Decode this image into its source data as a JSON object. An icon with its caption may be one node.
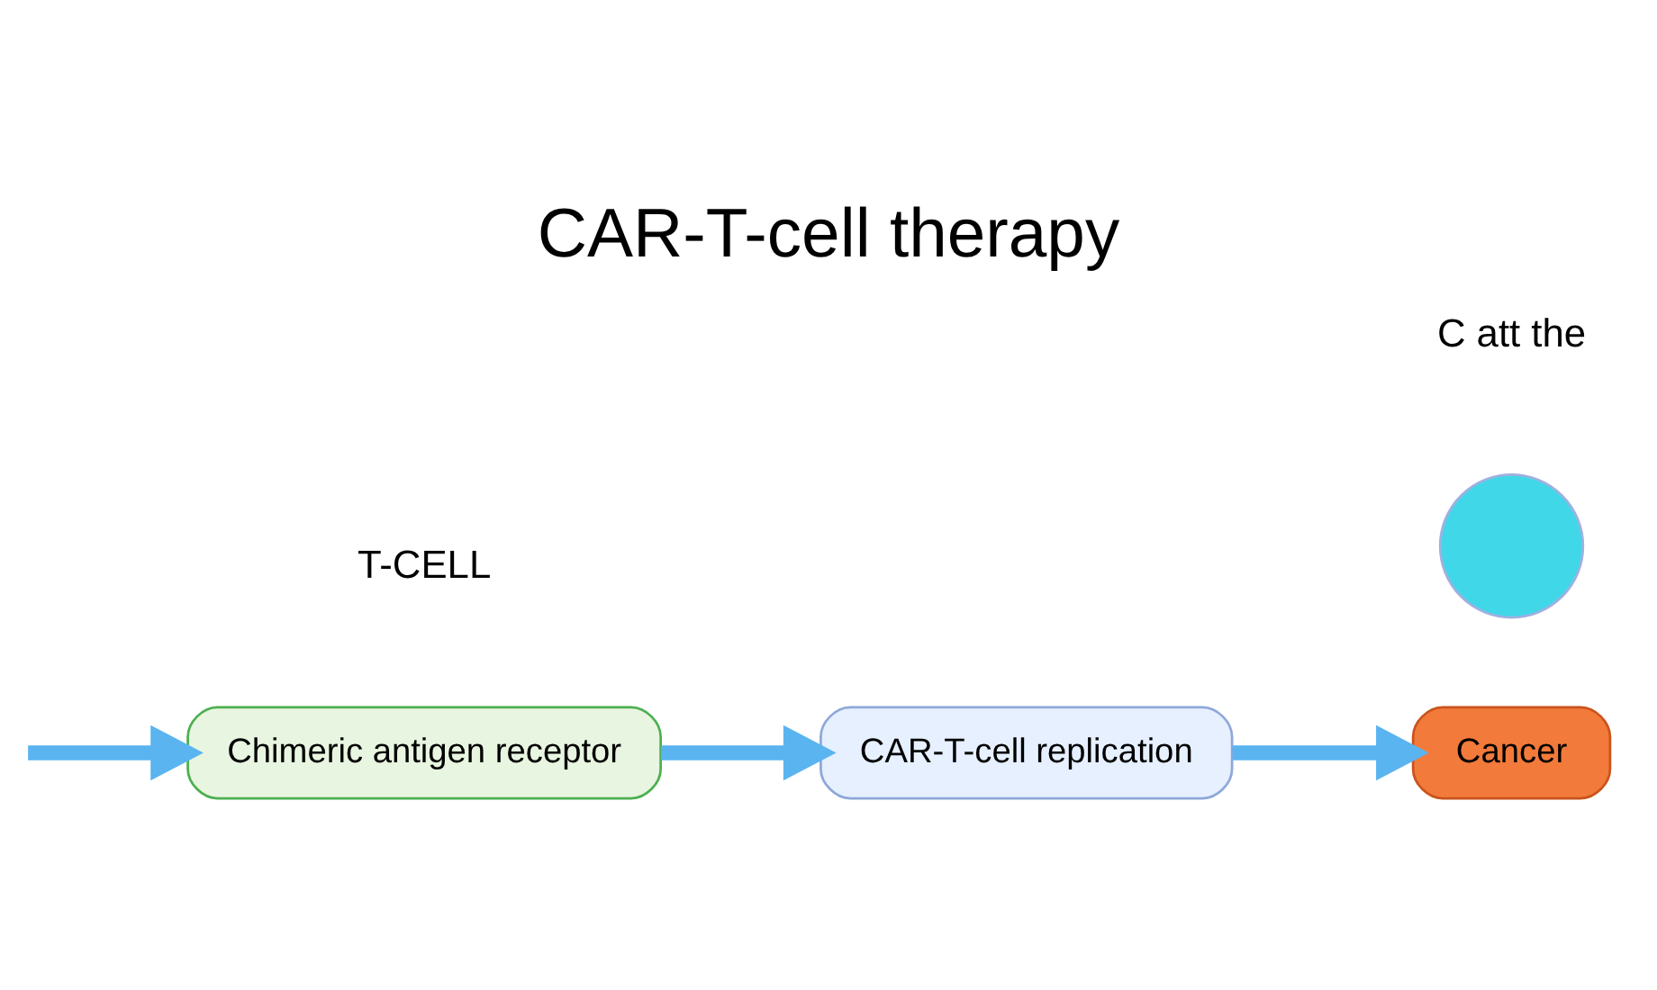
{
  "diagram": {
    "title": "CAR-T-cell therapy",
    "nodes": [
      {
        "text": [
          "Chimeric antigen receptor"
        ]
      },
      {
        "text": [
          "CAR-T-cell replication"
        ]
      },
      {
        "text": [
          "Cancer"
        ]
      },
      {
        "text": [],
        "shape": "circle"
      }
    ],
    "edges": [
      {
        "from": null,
        "to": 0,
        "arrow": "to"
      },
      {
        "from": 0,
        "to": 1,
        "arrow": "to"
      },
      {
        "from": 1,
        "to": 2,
        "arrow": "to"
      }
    ],
    "labels": [
      "T-CELL",
      "C att the"
    ]
  }
}
